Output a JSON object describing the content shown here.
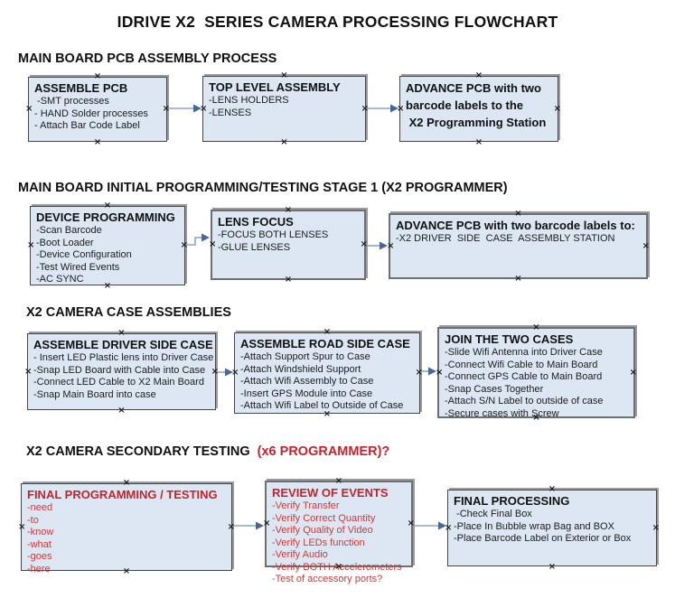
{
  "title": "IDRIVE X2  SERIES CAMERA PROCESSING FLOWCHART",
  "colors": {
    "box_fill": "#dce7f3",
    "box_shadow": "#9b9b9b",
    "red_heading": "#c5222a",
    "red_item": "#cb3a3a",
    "arrow_line": "#8ba3c7",
    "arrow_head": "#44679f"
  },
  "sections": [
    {
      "header": "MAIN BOARD PCB ASSEMBLY PROCESS",
      "boxes": [
        {
          "heading": "ASSEMBLE PCB",
          "items": [
            " -SMT processes",
            "- HAND Solder processes",
            "- Attach Bar Code Label"
          ]
        },
        {
          "heading": "TOP LEVEL ASSEMBLY",
          "items": [
            "-LENS HOLDERS",
            "-LENSES"
          ]
        },
        {
          "heading_lines": [
            "ADVANCE PCB with two",
            "barcode labels to the",
            " X2 Programming Station"
          ],
          "items": []
        }
      ]
    },
    {
      "header": "MAIN BOARD INITIAL PROGRAMMING/TESTING STAGE 1 (X2 PROGRAMMER)",
      "boxes": [
        {
          "heading": "DEVICE PROGRAMMING",
          "items": [
            "-Scan Barcode",
            "-Boot Loader",
            "-Device Configuration",
            "-Test Wired Events",
            "-AC SYNC"
          ]
        },
        {
          "heading": "LENS FOCUS",
          "items": [
            "-FOCUS BOTH LENSES",
            "-GLUE LENSES"
          ]
        },
        {
          "heading": "ADVANCE PCB with two barcode labels to:",
          "items": [
            "-X2 DRIVER  SIDE  CASE  ASSEMBLY STATION"
          ]
        }
      ]
    },
    {
      "header": "X2 CAMERA CASE ASSEMBLIES",
      "boxes": [
        {
          "heading": "ASSEMBLE DRIVER SIDE CASE",
          "items": [
            "- Insert LED Plastic lens into Driver Case",
            "-Snap LED Board with Cable into Case",
            "-Connect LED Cable to X2 Main Board",
            "-Snap Main Board into case"
          ]
        },
        {
          "heading": "ASSEMBLE ROAD SIDE CASE",
          "items": [
            "-Attach Support Spur to Case",
            "-Attach Windshield Support",
            "-Attach Wifi Assembly to Case",
            "-Insert GPS Module into Case",
            "-Attach Wifi Label to Outside of Case"
          ]
        },
        {
          "heading": "JOIN THE TWO CASES",
          "items": [
            "-Slide Wifi Antenna into Driver Case",
            "-Connect Wifi Cable to Main Board",
            "-Connect GPS Cable to Main Board",
            "-Snap Cases Together",
            "-Attach S/N Label to outside of case",
            "-Secure cases with Screw"
          ]
        }
      ]
    },
    {
      "header": "X2 CAMERA SECONDARY TESTING",
      "header_red": "  (x6 PROGRAMMER)?",
      "boxes": [
        {
          "heading": "FINAL PROGRAMMING / TESTING",
          "items": [
            "-need",
            "-to",
            "-know",
            "-what",
            "-goes",
            "-here"
          ]
        },
        {
          "heading": "REVIEW OF EVENTS",
          "items": [
            "-Verify Transfer",
            "-Verify Correct Quantity",
            "-Verify Quality of Video",
            "-Verify LEDs function",
            "-Verify Audio",
            "-Verify BOTH Accelerometers",
            "-Test of accessory ports?"
          ]
        },
        {
          "heading": "FINAL PROCESSING",
          "items": [
            " -Check Final Box",
            "-Place In Bubble wrap Bag and BOX",
            "-Place Barcode Label on Exterior or Box"
          ]
        }
      ]
    }
  ]
}
